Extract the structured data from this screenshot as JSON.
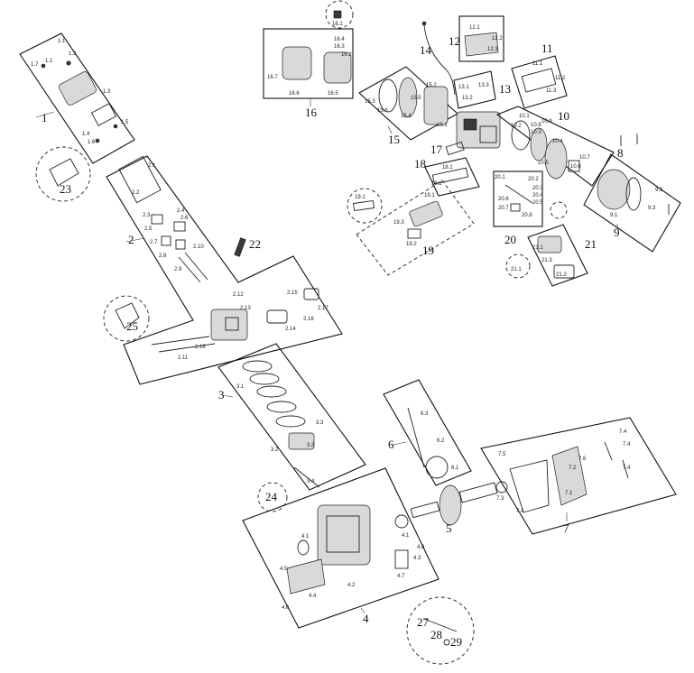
{
  "groups": [
    {
      "id": "1",
      "label": "1"
    },
    {
      "id": "2",
      "label": "2"
    },
    {
      "id": "3",
      "label": "3"
    },
    {
      "id": "4",
      "label": "4"
    },
    {
      "id": "5",
      "label": "5"
    },
    {
      "id": "6",
      "label": "6"
    },
    {
      "id": "7",
      "label": "7"
    },
    {
      "id": "8",
      "label": "8"
    },
    {
      "id": "9",
      "label": "9"
    },
    {
      "id": "10",
      "label": "10"
    },
    {
      "id": "11",
      "label": "11"
    },
    {
      "id": "12",
      "label": "12"
    },
    {
      "id": "13",
      "label": "13"
    },
    {
      "id": "14",
      "label": "14"
    },
    {
      "id": "15",
      "label": "15"
    },
    {
      "id": "16",
      "label": "16"
    },
    {
      "id": "17",
      "label": "17"
    },
    {
      "id": "18",
      "label": "18"
    },
    {
      "id": "19",
      "label": "19"
    },
    {
      "id": "20",
      "label": "20"
    },
    {
      "id": "21",
      "label": "21"
    },
    {
      "id": "22",
      "label": "22"
    },
    {
      "id": "23",
      "label": "23"
    },
    {
      "id": "24",
      "label": "24"
    },
    {
      "id": "25",
      "label": "25"
    },
    {
      "id": "27",
      "label": "27"
    },
    {
      "id": "28",
      "label": "28"
    },
    {
      "id": "29",
      "label": "29"
    }
  ],
  "sublabels": {
    "g1": [
      "1.1",
      "1.1",
      "1.2",
      "1.3",
      "1.4",
      "1.5",
      "1.6",
      "1.7"
    ],
    "g2": [
      "2.1",
      "2.2",
      "2.3",
      "2.4",
      "2.5",
      "2.6",
      "2.7",
      "2.8",
      "2.9",
      "2.10",
      "2.11",
      "2.12",
      "2.13",
      "2.14",
      "2.15",
      "2.16",
      "2.17",
      "2.18"
    ],
    "g3": [
      "3.1",
      "3.2",
      "3.3",
      "3.3",
      "3.4"
    ],
    "g4": [
      "4.1",
      "4.1",
      "4.2",
      "4.3",
      "4.4",
      "4.5",
      "4.6",
      "4.7",
      "4.8"
    ],
    "g6": [
      "6.1",
      "6.2",
      "6.3"
    ],
    "g7": [
      "7.1",
      "7.2",
      "7.3",
      "7.4",
      "7.4",
      "7.4",
      "7.4",
      "7.5",
      "7.6"
    ],
    "g9": [
      "9.1",
      "9.2",
      "9.3"
    ],
    "g10": [
      "10.1",
      "10.2",
      "10.3",
      "10.4",
      "10.5",
      "10.6",
      "10.7",
      "10.8",
      "10.9"
    ],
    "g11": [
      "11.1",
      "11.2",
      "11.3"
    ],
    "g12": [
      "12.1",
      "12.2",
      "12.3"
    ],
    "g13": [
      "13.1",
      "13.2",
      "13.3"
    ],
    "g15": [
      "15.1",
      "15.2",
      "15.3",
      "15.4",
      "15.5",
      "15.6"
    ],
    "g16": [
      "16.1",
      "16.2",
      "16.3",
      "16.4",
      "16.5",
      "16.6",
      "16.7"
    ],
    "g18": [
      "18.1",
      "18.2"
    ],
    "g19": [
      "19.1",
      "19.2",
      "19.3"
    ],
    "g20": [
      "20.1",
      "20.2",
      "20.3",
      "20.4",
      "20.5",
      "20.6",
      "20.7",
      "20.8"
    ],
    "g21": [
      "21.1",
      "21.2",
      "21.3"
    ]
  },
  "colors": {
    "line": "#111111",
    "background": "#ffffff"
  }
}
